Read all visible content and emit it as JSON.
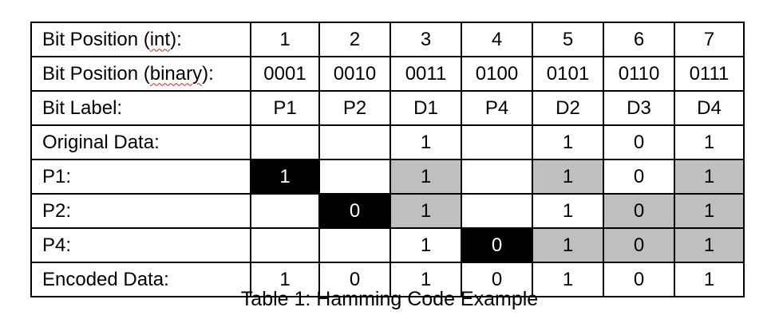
{
  "header_row": {
    "label_prefix": "Bit Position (",
    "label_highlight": "int",
    "label_suffix": "):",
    "values": [
      "1",
      "2",
      "3",
      "4",
      "5",
      "6",
      "7"
    ]
  },
  "binary_row": {
    "label_prefix": "Bit Position (",
    "label_highlight": "binary",
    "label_suffix": "):",
    "values": [
      "0001",
      "0010",
      "0011",
      "0100",
      "0101",
      "0110",
      "0111"
    ]
  },
  "label_row": {
    "label": "Bit Label:",
    "values": [
      "P1",
      "P2",
      "D1",
      "P4",
      "D2",
      "D3",
      "D4"
    ]
  },
  "original_row": {
    "label": "Original Data:",
    "values": [
      "",
      "",
      "1",
      "",
      "1",
      "0",
      "1"
    ]
  },
  "p1_row": {
    "label": "P1:",
    "values": [
      "1",
      "",
      "1",
      "",
      "1",
      "0",
      "1"
    ]
  },
  "p2_row": {
    "label": "P2:",
    "values": [
      "",
      "0",
      "1",
      "",
      "1",
      "0",
      "1"
    ]
  },
  "p4_row": {
    "label": "P4:",
    "values": [
      "",
      "",
      "1",
      "0",
      "1",
      "0",
      "1"
    ]
  },
  "encoded_row": {
    "label": "Encoded Data:",
    "values": [
      "1",
      "0",
      "1",
      "0",
      "1",
      "0",
      "1"
    ]
  },
  "caption": "Table 1: Hamming Code Example",
  "colors": {
    "parity_bit_highlight": "#000000",
    "checked_bit_highlight": "#bfbfbf"
  }
}
